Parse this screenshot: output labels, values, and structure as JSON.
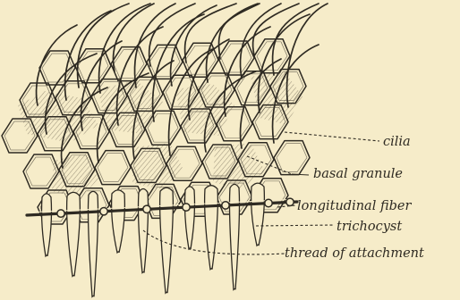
{
  "figure": {
    "labels": {
      "cilia": "cilia",
      "basal_granule": "basal granule",
      "longitudinal_fiber": "longitudinal fiber",
      "trichocyst": "trichocyst",
      "thread_of_attachment": "thread of attachment"
    }
  },
  "colors": {
    "background": "#f6ecc9",
    "ink": "#2e2a22",
    "hatch": "#5a5142"
  }
}
